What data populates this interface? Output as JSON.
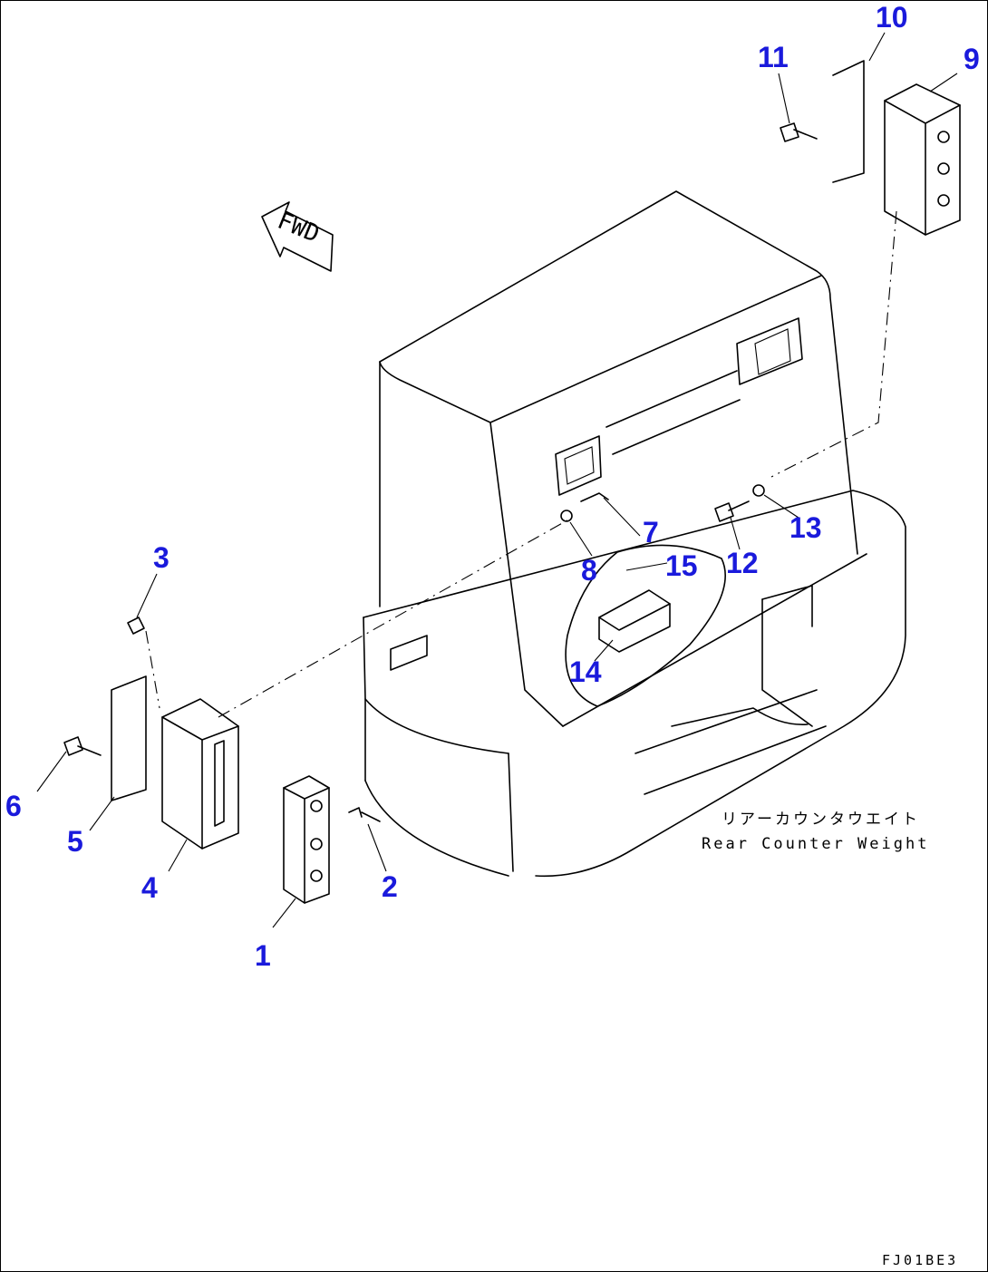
{
  "callouts": [
    {
      "id": "1",
      "label": "1"
    },
    {
      "id": "2",
      "label": "2"
    },
    {
      "id": "3",
      "label": "3"
    },
    {
      "id": "4",
      "label": "4"
    },
    {
      "id": "5",
      "label": "5"
    },
    {
      "id": "6",
      "label": "6"
    },
    {
      "id": "7",
      "label": "7"
    },
    {
      "id": "8",
      "label": "8"
    },
    {
      "id": "9",
      "label": "9"
    },
    {
      "id": "10",
      "label": "10"
    },
    {
      "id": "11",
      "label": "11"
    },
    {
      "id": "12",
      "label": "12"
    },
    {
      "id": "13",
      "label": "13"
    },
    {
      "id": "14",
      "label": "14"
    },
    {
      "id": "15",
      "label": "15"
    }
  ],
  "fwd_arrow": {
    "label": "FWD"
  },
  "counterweight": {
    "label_jp": "リアーカウンタウエイト",
    "label_en": "Rear Counter Weight"
  },
  "drawing_code": "FJ01BE3",
  "colors": {
    "callout": "#1a1adc",
    "line": "#000000",
    "background": "#ffffff"
  }
}
